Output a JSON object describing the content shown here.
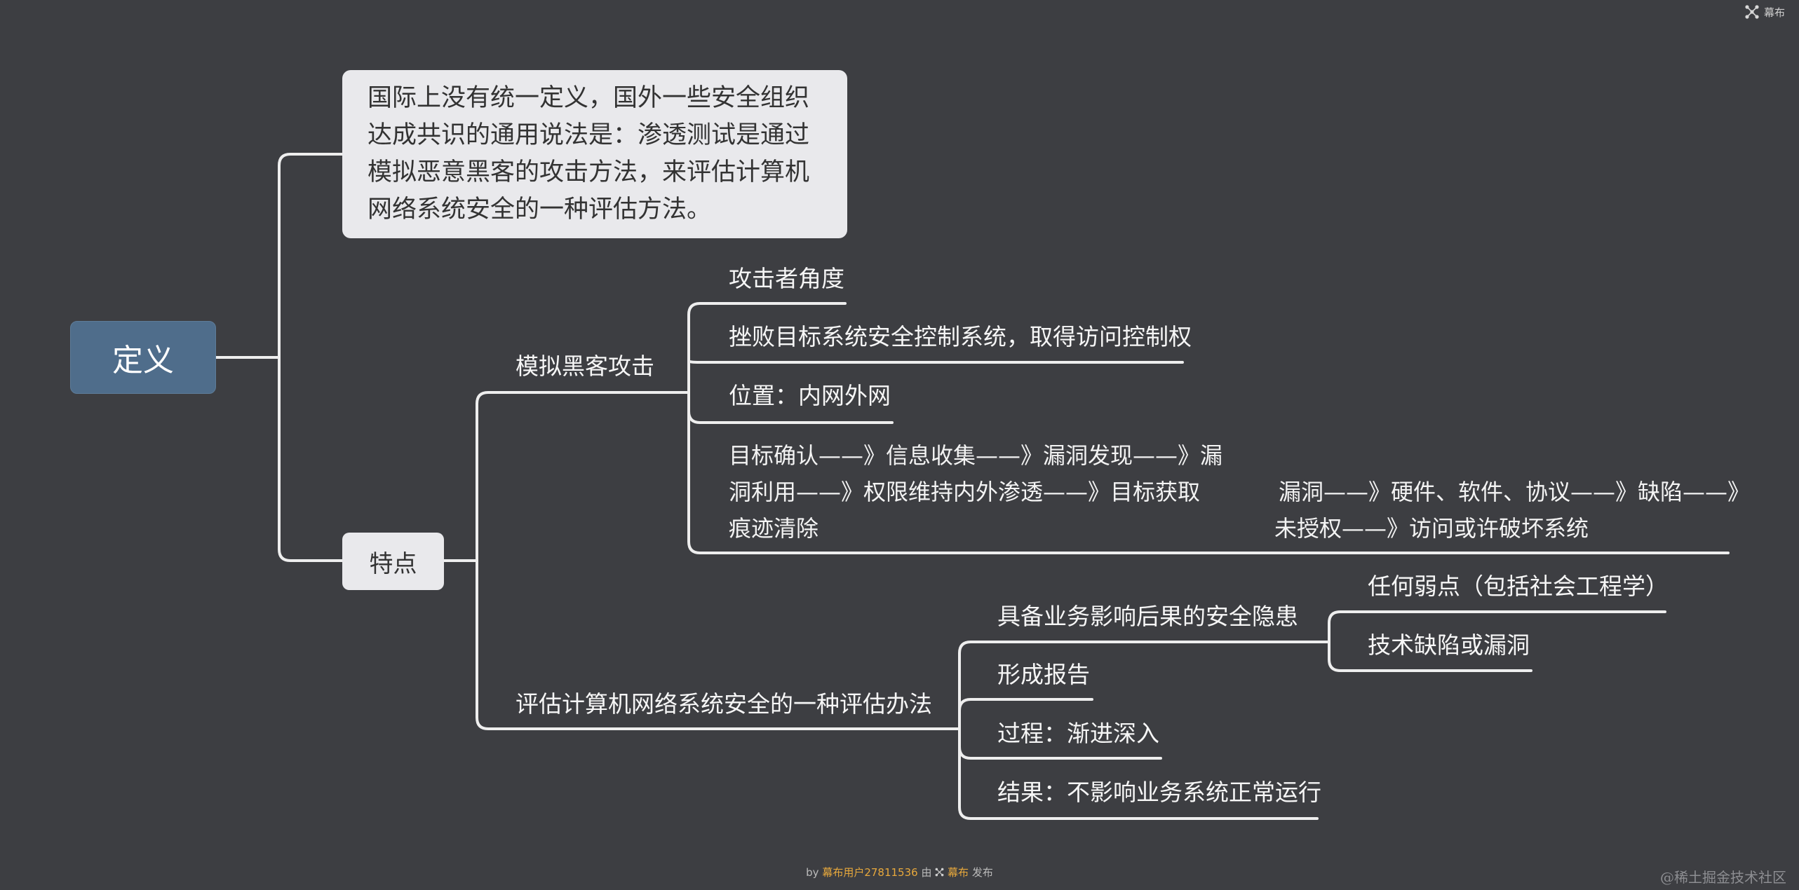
{
  "root": {
    "label": "定义"
  },
  "definition": {
    "lines": [
      "国际上没有统一定义，国外一些安全组织",
      "达成共识的通用说法是：渗透测试是通过",
      "模拟恶意黑客的攻击方法，来评估计算机",
      "网络系统安全的一种评估方法。"
    ]
  },
  "features": {
    "label": "特点",
    "simulate": {
      "label": "模拟黑客攻击",
      "children": [
        "攻击者角度",
        "挫败目标系统安全控制系统，取得访问控制权",
        "位置：内网外网"
      ],
      "process_lines": [
        "目标确认——》信息收集——》漏洞发现——》漏",
        "洞利用——》权限维持内外渗透——》目标获取",
        "痕迹清除"
      ],
      "vuln_lines": [
        "漏洞——》硬件、软件、协议——》缺陷——》",
        "未授权——》访问或许破坏系统"
      ]
    },
    "assess": {
      "label": "评估计算机网络系统安全的一种评估办法",
      "hazard": {
        "label": "具备业务影响后果的安全隐患",
        "children": [
          "任何弱点（包括社会工程学）",
          "技术缺陷或漏洞"
        ]
      },
      "items": [
        "形成报告",
        "过程：渐进深入",
        "结果：不影响业务系统正常运行"
      ]
    }
  },
  "brand": {
    "logo_text": "幕布"
  },
  "footer": {
    "by": "by",
    "user": "幕布用户27811536",
    "via": "由",
    "brand": "幕布",
    "publish": "发布"
  },
  "watermark": "@稀土掘金技术社区",
  "colors": {
    "background": "#3d3e42",
    "root_fill": "#4f6d8b",
    "box_fill": "#e9e9ec",
    "line": "#eeeeee",
    "footer_highlight": "#e7a83c"
  }
}
